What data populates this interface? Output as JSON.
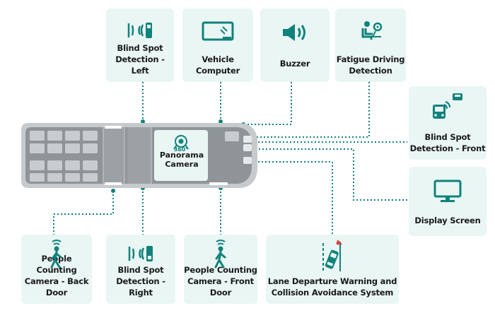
{
  "colors": {
    "teal": "#11827c",
    "box_bg": "#e9f6f4",
    "bus_body": "#8e9498",
    "bus_frame": "#c6cacd",
    "bus_seat": "#c9cccf",
    "camera_bg": "#e9f6f4",
    "connector": "#11827c"
  },
  "nodes": {
    "bsd_left": {
      "line1": "Blind Spot",
      "line2": "Detection - Left",
      "icon": "blind-spot-side-icon"
    },
    "vehicle_computer": {
      "line1": "Vehicle",
      "line2": "Computer",
      "icon": "vehicle-computer-icon"
    },
    "buzzer": {
      "line1": "Buzzer",
      "icon": "speaker-icon"
    },
    "fatigue": {
      "line1": "Fatigue Driving",
      "line2": "Detection",
      "icon": "driver-seat-icon"
    },
    "bsd_front": {
      "line1": "Blind Spot",
      "line2": "Detection - Front",
      "icon": "blind-spot-front-icon"
    },
    "display": {
      "line1": "Display Screen",
      "icon": "monitor-icon"
    },
    "pc_back": {
      "line1": "People Counting",
      "line2": "Camera - Back Door",
      "icon": "person-walking-icon"
    },
    "bsd_right": {
      "line1": "Blind Spot",
      "line2": "Detection - Right",
      "icon": "blind-spot-side-icon"
    },
    "pc_front": {
      "line1": "People Counting",
      "line2": "Camera - Front Door",
      "icon": "person-walking-icon"
    },
    "ldw": {
      "line1": "Lane Departure Warning and",
      "line2": "Collision Avoidance System",
      "icon": "lane-departure-car-icon"
    }
  },
  "bus": {
    "camera": {
      "badge": "360°",
      "line1": "Panorama",
      "line2": "Camera",
      "icon": "panorama-camera-icon"
    }
  }
}
